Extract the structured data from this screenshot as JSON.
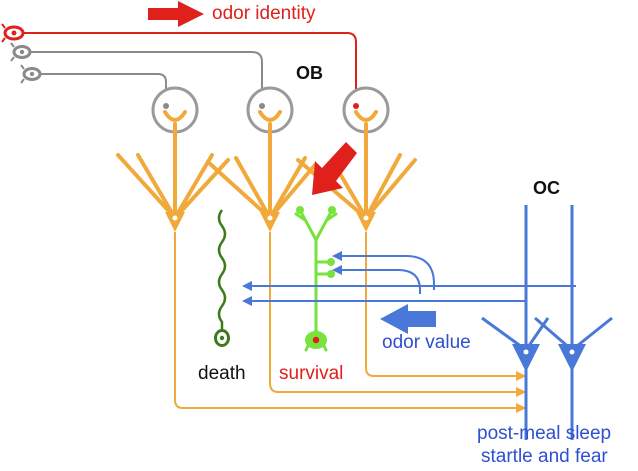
{
  "labels": {
    "odor_identity": "odor identity",
    "ob": "OB",
    "oc": "OC",
    "death": "death",
    "survival": "survival",
    "odor_value": "odor value",
    "post_meal_sleep": "post-meal sleep",
    "startle_and_fear": "startle and fear"
  },
  "colors": {
    "red": "#e0201b",
    "grey": "#8a8a8a",
    "orange": "#f0a93a",
    "green": "#77e33c",
    "dark_green": "#3d7a1e",
    "blue": "#4a78d8",
    "text_blue": "#2e4fd1"
  }
}
